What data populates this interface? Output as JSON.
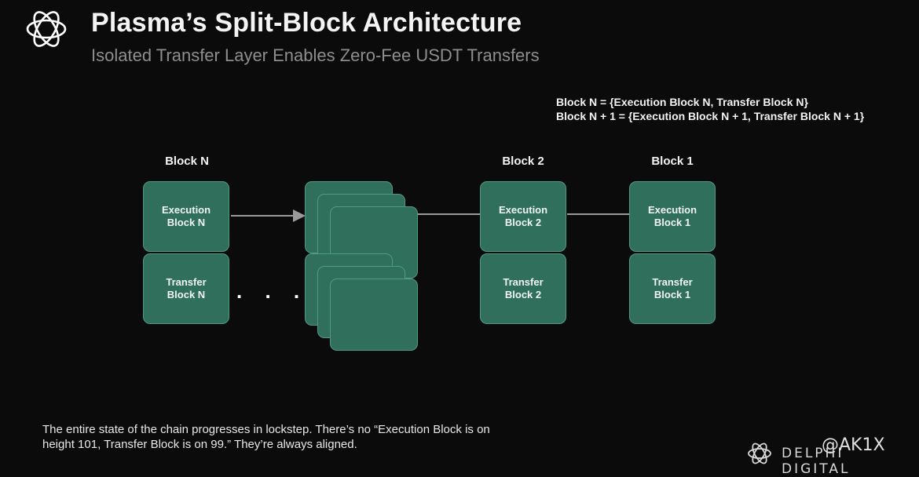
{
  "header": {
    "title": "Plasma’s Split-Block Architecture",
    "subtitle": "Isolated Transfer Layer Enables Zero-Fee USDT Transfers"
  },
  "formula": {
    "line1": "Block N = {Execution Block N, Transfer Block N}",
    "line2": "Block N + 1 = {Execution Block N + 1, Transfer Block N + 1}"
  },
  "columns": [
    {
      "label": "Block N",
      "execution": "Execution\nBlock N",
      "transfer": "Transfer\nBlock N"
    },
    {
      "label": "Block 2",
      "execution": "Execution\nBlock 2",
      "transfer": "Transfer\nBlock 2"
    },
    {
      "label": "Block 1",
      "execution": "Execution\nBlock 1",
      "transfer": "Transfer\nBlock 1"
    }
  ],
  "ellipsis": ". . . .",
  "footnote": "The entire state of the chain progresses in lockstep. There’s no “Execution Block is on height 101, Transfer Block is on 99.” They’re always aligned.",
  "watermark": {
    "brand": "DELPHI DIGITAL",
    "handle": "@AK1X",
    "icon": "delphi-logo-icon"
  },
  "colors": {
    "background": "#0b0b0b",
    "block_fill": "#2f6f5c",
    "block_border": "#4f9a83",
    "arrow": "#9a9a9a"
  }
}
